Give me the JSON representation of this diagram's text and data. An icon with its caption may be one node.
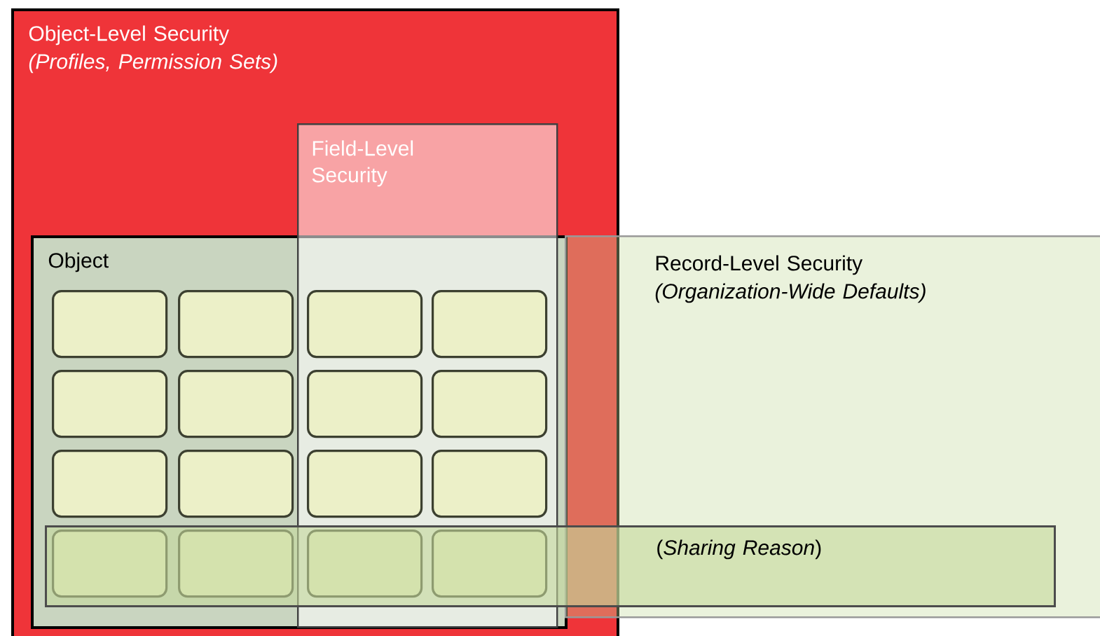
{
  "diagram": {
    "nodes": [
      {
        "text": [
          "Object-Level Security",
          "(Profiles, Permission Sets)"
        ]
      },
      {
        "text": [
          "Field-Level Security"
        ],
        "in": 0
      },
      {
        "text": [
          "Object"
        ],
        "in": 0
      },
      {
        "text": [
          "Record-Level Security",
          "(Organization-Wide Defaults)"
        ]
      },
      {
        "text": [],
        "shape": "box",
        "in": 2
      },
      {
        "text": [],
        "shape": "box",
        "in": 2
      },
      {
        "text": [],
        "shape": "box"
      },
      {
        "text": [],
        "shape": "box"
      },
      {
        "text": [],
        "shape": "box",
        "in": 2
      },
      {
        "text": [],
        "shape": "box",
        "in": 2
      },
      {
        "text": [],
        "shape": "box"
      },
      {
        "text": [],
        "shape": "box"
      },
      {
        "text": [],
        "shape": "box",
        "in": 2
      },
      {
        "text": [],
        "shape": "box",
        "in": 2
      },
      {
        "text": [],
        "shape": "box"
      },
      {
        "text": [],
        "shape": "box"
      },
      {
        "text": [],
        "shape": "box"
      },
      {
        "text": [],
        "shape": "box"
      },
      {
        "text": [],
        "shape": "box"
      },
      {
        "text": [],
        "shape": "box"
      },
      {
        "text": [
          "(*Sharing Reason*)"
        ]
      }
    ]
  }
}
